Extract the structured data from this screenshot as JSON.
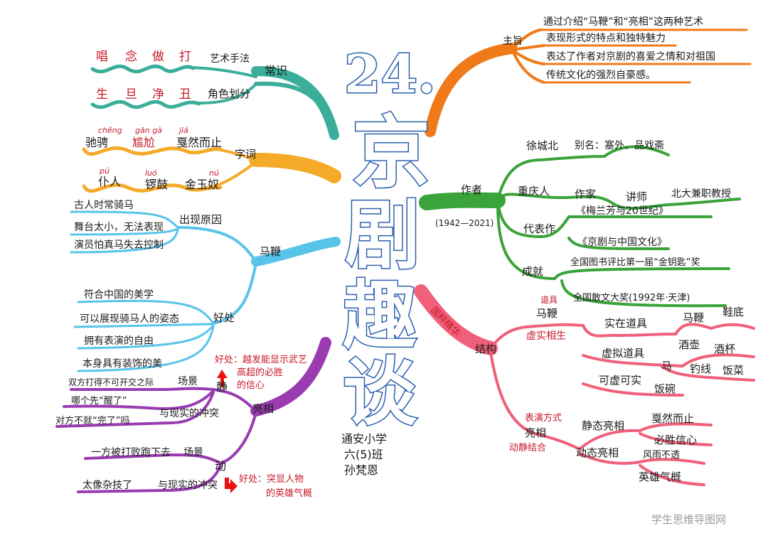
{
  "title": {
    "num": "24.",
    "c1": "京",
    "c2": "剧",
    "c3": "趣",
    "c4": "谈"
  },
  "school": {
    "line1": "通安小学",
    "line2": "六(5)班",
    "line3": "孙梵恩"
  },
  "watermark": "学生思维导图网",
  "colors": {
    "teal": "#3aae9a",
    "orange_top": "#f07a1a",
    "yellow": "#f5aa2a",
    "green": "#3aa33a",
    "sky": "#58c4ea",
    "purple": "#9a3bb2",
    "pink": "#f0607a",
    "title_blue": "#2b5fae",
    "accent_red": "#c8192b"
  },
  "changshi": {
    "label": "常识",
    "row1": {
      "items": [
        "唱",
        "念",
        "做",
        "打"
      ],
      "tail": "艺术手法"
    },
    "row2": {
      "items": [
        "生",
        "旦",
        "净",
        "丑"
      ],
      "tail": "角色划分"
    }
  },
  "zici": {
    "label": "字词",
    "row1": {
      "words": [
        "驰骋",
        "尴尬",
        "戛然而止"
      ],
      "pinyin": [
        "chěng",
        "gān gà",
        "jiá"
      ]
    },
    "row2": {
      "words": [
        "仆人",
        "锣鼓",
        "金玉奴"
      ],
      "pinyin": [
        "pú",
        "luó",
        "nú"
      ]
    }
  },
  "mabian": {
    "label": "马鞭",
    "reason_label": "出现原因",
    "reasons": [
      "古人时常骑马",
      "舞台太小，无法表现",
      "演员怕真马失去控制"
    ],
    "benefit_label": "好处",
    "benefits": [
      "符合中国的美学",
      "可以展现骑马人的姿态",
      "拥有表演的自由",
      "本身具有装饰的美"
    ]
  },
  "liangxiang": {
    "label": "亮相",
    "jing": {
      "label": "静",
      "scene_label": "场景",
      "scene": "双方打得不可开交之际",
      "conflict_label": "与现实的冲突",
      "conflict": [
        "哪个先“醒了”",
        "对方不就“完了”吗"
      ],
      "benefit": [
        "好处：越发能显示武艺",
        "高超的必胜",
        "的信心"
      ]
    },
    "dong": {
      "label": "动",
      "scene_label": "场景",
      "scene": "一方被打败跑下去",
      "conflict_label": "与现实的冲突",
      "conflict": "太像杂技了",
      "benefit": [
        "好处：突显人物",
        "的英雄气概"
      ]
    }
  },
  "zhuzhi": {
    "label": "主旨",
    "lines": [
      "通过介绍“马鞭”和“亮相”这两种艺术",
      "表现形式的特点和独特魅力",
      "表达了作者对京剧的喜爱之情和对祖国",
      "传统文化的强烈自豪感。"
    ]
  },
  "zuozhe": {
    "label": "作者",
    "years": "(1942—2021)",
    "name": "徐城北",
    "alias": "别名：塞外、品戏斋",
    "origin": "重庆人",
    "job": "作家",
    "job2": "讲师",
    "job3": "北大兼职教授",
    "works_label": "代表作",
    "works": [
      "《梅兰芳与20世纪》",
      "《京剧与中国文化》"
    ],
    "honor_label": "成就",
    "honors": [
      "全国图书评比第一届“金钥匙”奖",
      "全国散文大奖(1992年·天津)"
    ]
  },
  "jiegou": {
    "label": "结构",
    "side": "国粹精华",
    "daoju_tag": "道具",
    "daoju": "马鞭",
    "xushi": "虚实相生",
    "real_label": "实在道具",
    "real": [
      "马鞭",
      "鞋底"
    ],
    "virtual_label": "虚拟道具",
    "virtual1": [
      "酒壶",
      "酒杯"
    ],
    "virtual_ma": "马",
    "virtual2": [
      "钓线",
      "饭菜"
    ],
    "kexu_label": "可虚可实",
    "kexu": "饭碗",
    "biaoyan_tag": "表演方式",
    "liangxiang": "亮相",
    "dongjing": "动静结合",
    "static_label": "静态亮相",
    "static": [
      "戛然而止",
      "必胜信心"
    ],
    "dynamic_label": "动态亮相",
    "dynamic": [
      "风雨不透",
      "英雄气概"
    ]
  }
}
